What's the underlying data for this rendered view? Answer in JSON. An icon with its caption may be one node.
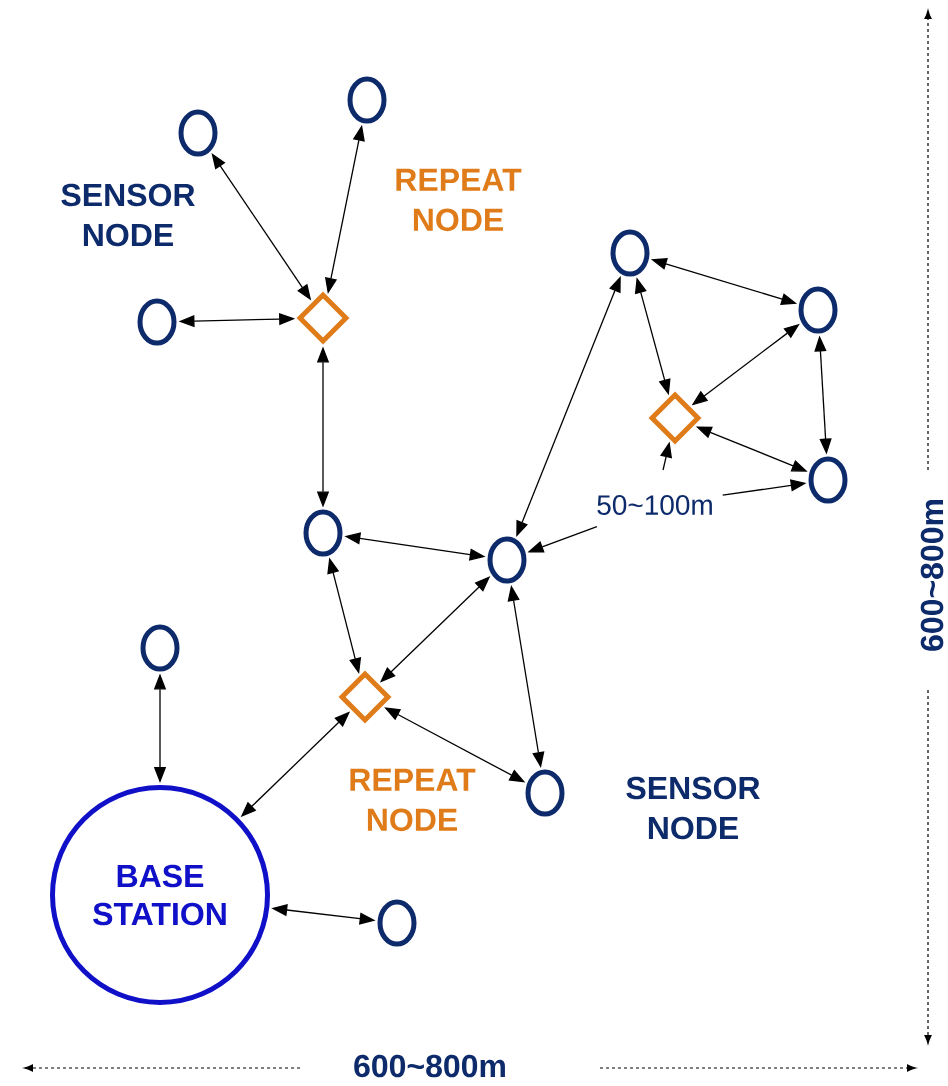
{
  "diagram": {
    "nodes": [
      {
        "text": [],
        "shape": "circle"
      },
      {
        "text": [],
        "shape": "circle"
      },
      {
        "text": [],
        "shape": "circle"
      },
      {
        "text": [],
        "shape": "diamond"
      },
      {
        "text": [],
        "shape": "circle"
      },
      {
        "text": [],
        "shape": "circle"
      },
      {
        "text": [],
        "shape": "diamond"
      },
      {
        "text": [],
        "shape": "circle"
      },
      {
        "text": [],
        "shape": "circle"
      },
      {
        "text": [],
        "shape": "circle"
      },
      {
        "text": [],
        "shape": "circle"
      },
      {
        "text": [],
        "shape": "diamond"
      },
      {
        "text": [],
        "shape": "circle"
      },
      {
        "text": [
          "BASE STATION"
        ]
      },
      {
        "text": [],
        "shape": "circle"
      },
      {
        "text": [
          "50~100m"
        ]
      }
    ],
    "edges": [
      {
        "from": 0,
        "to": 3,
        "arrow": "both"
      },
      {
        "from": 1,
        "to": 3,
        "arrow": "both"
      },
      {
        "from": 2,
        "to": 3,
        "arrow": "both"
      },
      {
        "from": 3,
        "to": 7,
        "arrow": "both"
      },
      {
        "from": 4,
        "to": 9,
        "arrow": "both"
      },
      {
        "from": 4,
        "to": 6,
        "arrow": "both"
      },
      {
        "from": 4,
        "to": 5,
        "arrow": "both"
      },
      {
        "from": 5,
        "to": 6,
        "arrow": "both"
      },
      {
        "from": 5,
        "to": 8,
        "arrow": "both"
      },
      {
        "from": 6,
        "to": 8,
        "arrow": "both"
      },
      {
        "from": 7,
        "to": 9,
        "arrow": "both"
      },
      {
        "from": 7,
        "to": 11,
        "arrow": "both"
      },
      {
        "from": 9,
        "to": 11,
        "arrow": "both"
      },
      {
        "from": 9,
        "to": 12,
        "arrow": "both"
      },
      {
        "from": 11,
        "to": 12,
        "arrow": "both"
      },
      {
        "from": 10,
        "to": 13,
        "arrow": "both"
      },
      {
        "from": 11,
        "to": 13,
        "arrow": "both"
      },
      {
        "from": 13,
        "to": 14,
        "arrow": "both"
      },
      {
        "from": 15,
        "to": 6,
        "arrow": "to"
      },
      {
        "from": 15,
        "to": 8,
        "arrow": "to"
      },
      {
        "from": 15,
        "to": 9,
        "arrow": "to"
      }
    ],
    "labels": [
      "SENSOR NODE",
      "REPEAT NODE",
      "REPEAT NODE",
      "SENSOR NODE",
      "600~800m",
      "600~800m"
    ]
  }
}
